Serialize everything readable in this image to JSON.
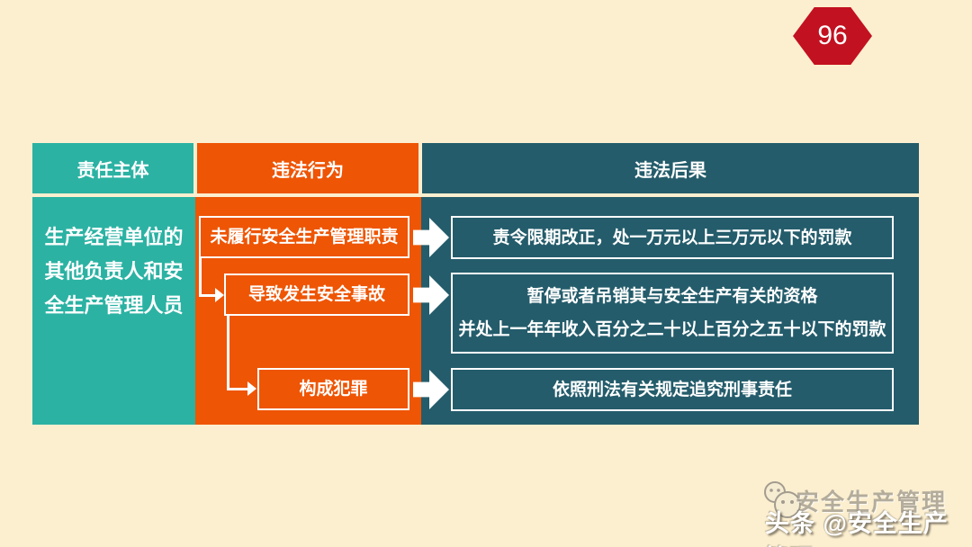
{
  "slide": {
    "page_number": "96",
    "colors": {
      "background": "#FCEFCF",
      "badge_red": "#C21120",
      "teal": "#2BB2A3",
      "orange": "#EE5504",
      "dark_teal": "#245C6B",
      "box_outline": "#FFFFFF"
    }
  },
  "table": {
    "headers": [
      {
        "label": "责任主体"
      },
      {
        "label": "违法行为"
      },
      {
        "label": "违法后果"
      }
    ],
    "subject": {
      "text": "生产经营单位的其他负责人和安全生产管理人员",
      "lines": [
        "生产经营单位的",
        "其他负责人和安",
        "全生产管理人员"
      ]
    },
    "violations": [
      {
        "label": "未履行安全生产管理职责"
      },
      {
        "label": "导致发生安全事故"
      },
      {
        "label": "构成犯罪"
      }
    ],
    "consequences": [
      {
        "lines": [
          "责令限期改正，处一万元以上三万元以下的罚款"
        ]
      },
      {
        "lines": [
          "暂停或者吊销其与安全生产有关的资格",
          "并处上一年年收入百分之二十以上百分之五十以下的罚款"
        ]
      },
      {
        "lines": [
          "依照刑法有关规定追究刑事责任"
        ]
      }
    ]
  },
  "watermark": {
    "brand_text": "安全生产管理",
    "toutiao_text": "头条 @安全生产管理"
  }
}
